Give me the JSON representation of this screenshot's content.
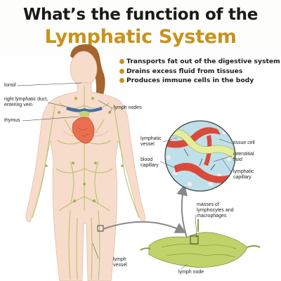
{
  "header": {
    "title_line1": "What’s the function of the",
    "title_line2": "Lymphatic System",
    "accent_color": "#c8921c"
  },
  "functions": [
    "Transports fat out of the digestive system",
    "Drains excess fluid from tissues",
    "Produces immune cells in the body"
  ],
  "body_labels": {
    "tonsil": "tonsil",
    "duct_line1": "right lymphatic duct,",
    "duct_line2": "entering vein",
    "thymus": "thymus",
    "lymph_nodes": "lymph nodes",
    "lymph_vessel_line1": "lymph",
    "lymph_vessel_line2": "vessel"
  },
  "detail_labels": {
    "lymphatic_vessel_line1": "lymphatic",
    "lymphatic_vessel_line2": "vessel",
    "blood_capillary_line1": "blood",
    "blood_capillary_line2": "capillary",
    "tissue_cell": "tissue cell",
    "interstitial_line1": "interstitial",
    "interstitial_line2": "fluid",
    "lymphatic_capillary_line1": "lymphatic",
    "lymphatic_capillary_line2": "capillary",
    "masses_line1": "masses of",
    "masses_line2": "lymphocytes and",
    "masses_line3": "macrophages",
    "lymph_node": "lymph node"
  },
  "colors": {
    "vessel": "#b8c26a",
    "skin": "#f7dccb",
    "hair": "#a4632f",
    "blood": "#d94a3a",
    "vein": "#3c6fb4"
  }
}
